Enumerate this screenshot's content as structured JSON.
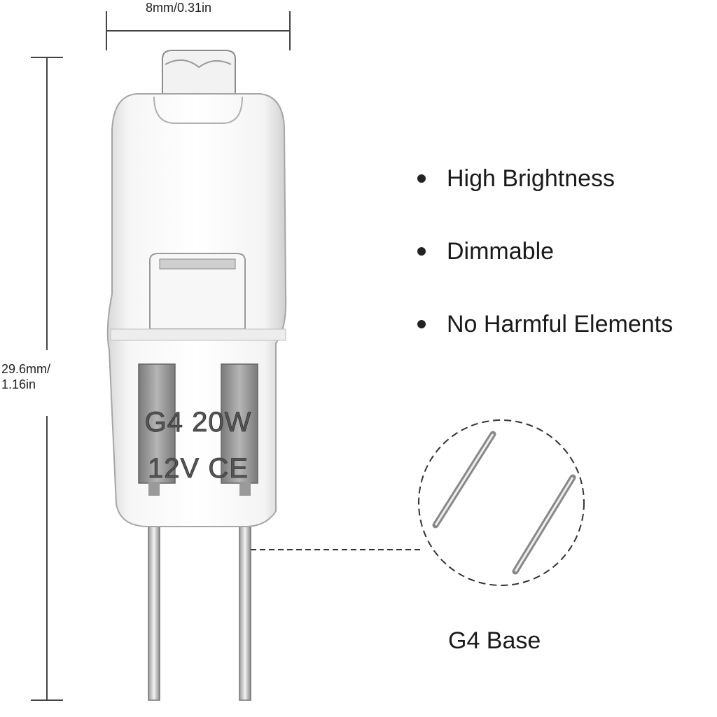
{
  "dimensions": {
    "width": "8mm/0.31in",
    "height_line1": "29.6mm/",
    "height_line2": "1.16in"
  },
  "bulb": {
    "marking_line1": "G4 20W",
    "marking_line2": "12V CE"
  },
  "features": [
    {
      "label": "High Brightness"
    },
    {
      "label": "Dimmable"
    },
    {
      "label": "No Harmful Elements"
    }
  ],
  "callout": {
    "label": "G4 Base"
  }
}
